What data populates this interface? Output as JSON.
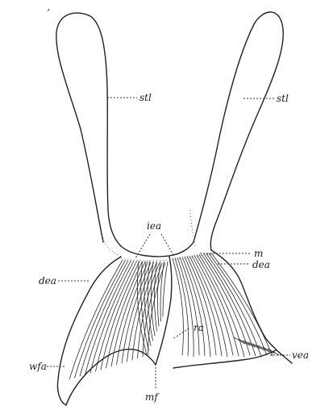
{
  "figure": {
    "marker": "’",
    "labels": {
      "stl_left": "stl",
      "stl_right": "stl",
      "iea": "iea",
      "m": "m",
      "dea_right": "dea",
      "dea_left": "dea",
      "wfa": "wfa",
      "ra": "ra",
      "vea": "vea",
      "mf": "mf"
    }
  }
}
